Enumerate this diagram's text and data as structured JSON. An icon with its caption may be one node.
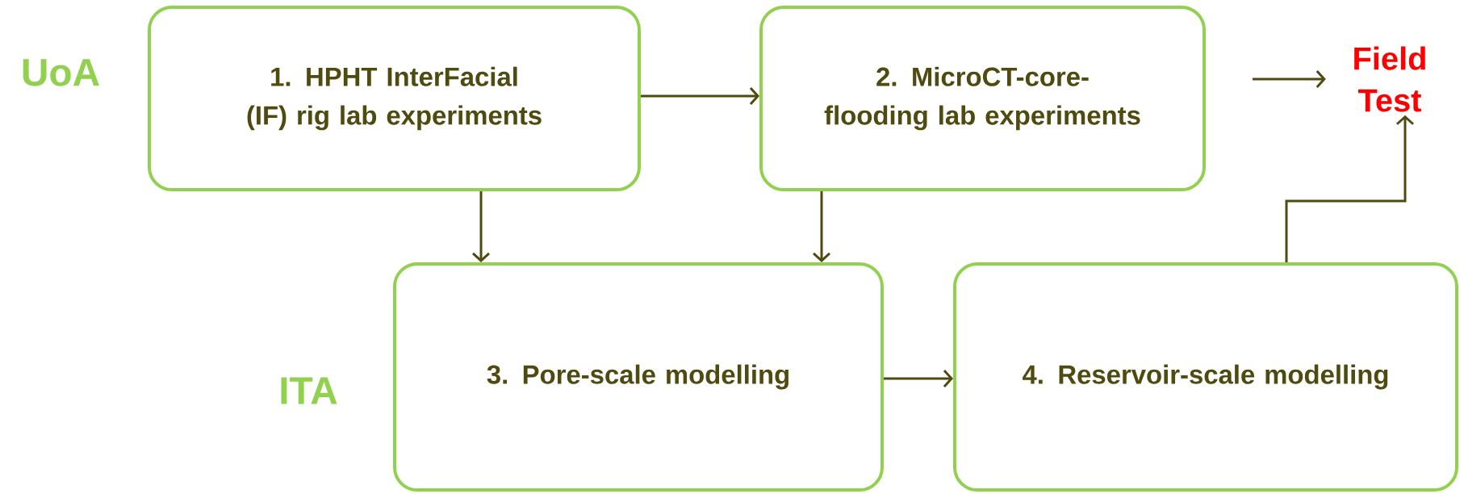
{
  "diagram": {
    "nodes": [
      {
        "text": [
          "1. HPHT InterFacial (IF) rig lab experiments"
        ]
      },
      {
        "text": [
          "2. MicroCT-core-flooding lab experiments"
        ]
      },
      {
        "text": [
          "Field Test"
        ]
      },
      {
        "text": [
          "3. Pore-scale modelling"
        ]
      },
      {
        "text": [
          "4. Reservoir-scale modelling"
        ]
      }
    ],
    "edges": [
      {
        "from": 0,
        "to": 1,
        "arrow": "to"
      },
      {
        "from": 1,
        "to": 2,
        "arrow": "to"
      },
      {
        "from": 0,
        "to": 3,
        "arrow": "to"
      },
      {
        "from": 1,
        "to": 3,
        "arrow": "to"
      },
      {
        "from": 3,
        "to": 4,
        "arrow": "to"
      },
      {
        "from": 4,
        "to": 2,
        "arrow": "to"
      }
    ],
    "labels": [
      "UoA",
      "ITA"
    ]
  }
}
